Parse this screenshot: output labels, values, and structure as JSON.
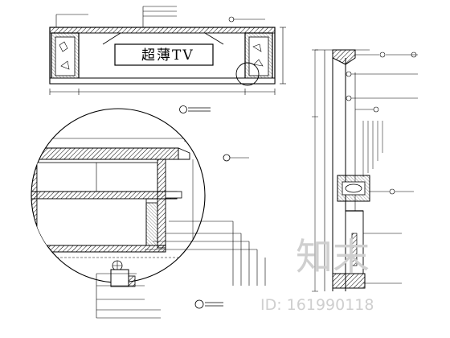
{
  "drawing": {
    "tv_label": "超薄TV",
    "watermark": {
      "logo": "知末",
      "id_text": "ID: 161990118"
    }
  }
}
